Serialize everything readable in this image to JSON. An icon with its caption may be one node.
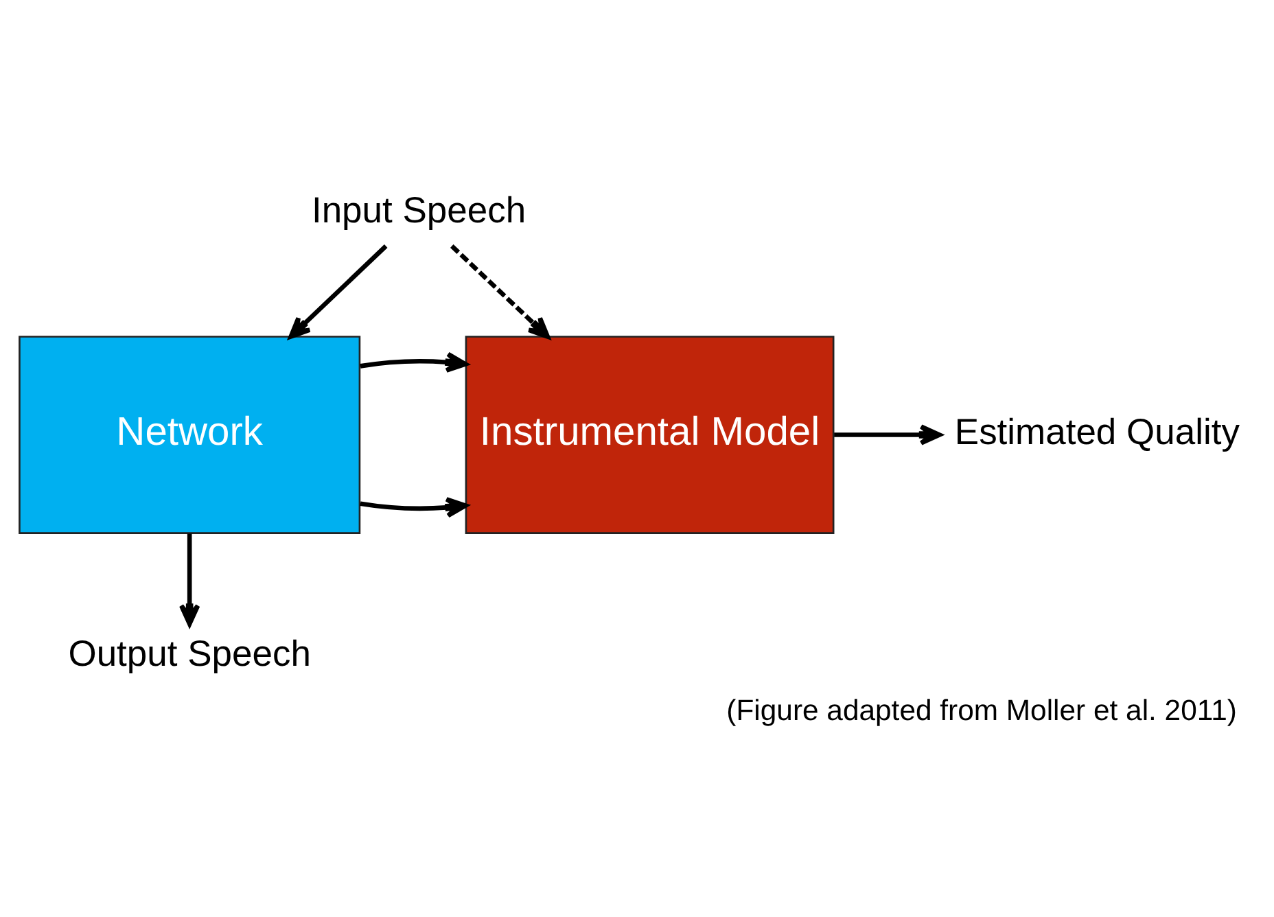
{
  "diagram": {
    "caption": "(Figure adapted from Moller et al. 2011)",
    "nodes": [
      {
        "text": [
          "Input Speech"
        ]
      },
      {
        "text": [
          "Network"
        ]
      },
      {
        "text": [
          "Instrumental Model"
        ]
      },
      {
        "text": [
          "Output Speech"
        ]
      },
      {
        "text": [
          "Estimated Quality"
        ]
      }
    ],
    "edges": [
      {
        "from": 0,
        "to": 1,
        "arrow": "to"
      },
      {
        "from": 0,
        "to": 2,
        "arrow": "to",
        "style": "dashed"
      },
      {
        "from": 1,
        "to": 2,
        "arrow": "to"
      },
      {
        "from": 1,
        "to": 3,
        "arrow": "to"
      },
      {
        "from": 1,
        "to": 2,
        "arrow": "to"
      },
      {
        "from": 2,
        "to": 4,
        "arrow": "to"
      }
    ]
  }
}
